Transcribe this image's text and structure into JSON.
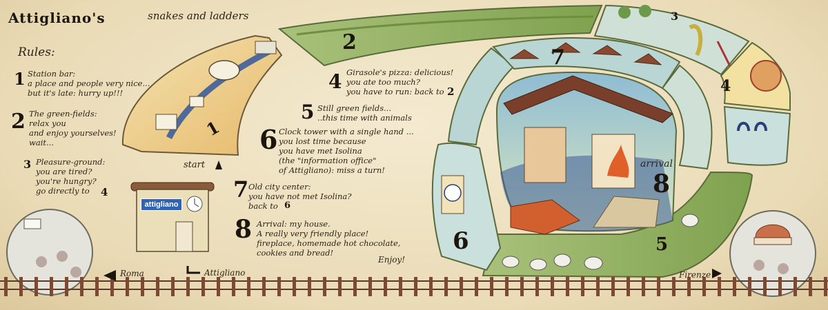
{
  "title": "Attigliano's",
  "subtitle": "snakes and ladders",
  "rules": {
    "heading": "Rules:",
    "items": [
      {
        "num": "1",
        "text": "Station bar:\na place and people very nice...\nbut it's late: hurry up!!!"
      },
      {
        "num": "2",
        "text": "The green-fields:\nrelax you\nand enjoy yourselves!\nwait..."
      },
      {
        "num": "3",
        "text": "Pleasure-ground:\nyou are tired?\nyou're hungry?\ngo directly to",
        "goto": "4"
      },
      {
        "num": "4",
        "text": "Girasole's pizza: delicious!\nyou ate too much?\nyou have to run: back to",
        "goto": "2"
      },
      {
        "num": "5",
        "text": "Still green fields...\n..this time with animals"
      },
      {
        "num": "6",
        "text": "Clock tower with a single hand ...\nyou lost time because\nyou have met Isolina\n(the \"information office\"\nof Attigliano): miss a turn!"
      },
      {
        "num": "7",
        "text": "Old city center:\nyou have not met Isolina?\nback to",
        "goto": "6"
      },
      {
        "num": "8",
        "text": "Arrival: my house.\nA really very friendly place!\nfireplace, homemade hot chocolate,\ncookies and bread!"
      }
    ],
    "closing": "Enjoy!"
  },
  "board": {
    "squares": [
      "1",
      "2",
      "3",
      "4",
      "5",
      "6",
      "7",
      "8"
    ],
    "start_label": "start",
    "arrival_label": "arrival"
  },
  "station": {
    "sign": "attigliano",
    "place_label": "Attigliano"
  },
  "railway": {
    "left_label": "Roma",
    "right_label": "Firenze"
  },
  "colors": {
    "paper": "#efe3c4",
    "ink": "#1b150e",
    "grass": "#8fb05a",
    "sky": "#9cc6d6",
    "track_tile": "#c9e0dc",
    "sign_blue": "#2f63b5",
    "roof": "#8b4a2f",
    "rail": "#7a4a32"
  }
}
